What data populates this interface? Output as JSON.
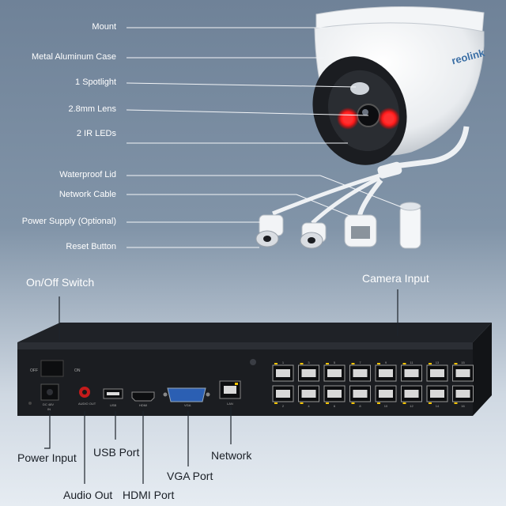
{
  "camera_labels": {
    "mount": "Mount",
    "case": "Metal Aluminum Case",
    "spotlight": "1 Spotlight",
    "lens": "2.8mm Lens",
    "ir": "2 IR LEDs",
    "lid": "Waterproof Lid",
    "cable": "Network Cable",
    "power": "Power Supply (Optional)",
    "reset": "Reset Button"
  },
  "brand": "reolink",
  "nvr_labels": {
    "onoff": "On/Off Switch",
    "camera_input": "Camera Input",
    "power_input": "Power Input",
    "audio_out": "Audio Out",
    "usb": "USB Port",
    "hdmi": "HDMI Port",
    "vga": "VGA Port",
    "network": "Network"
  },
  "panel_text": {
    "off": "OFF",
    "on": "ON",
    "dc": "DC 48V",
    "in": "IN",
    "audio": "AUDIO OUT",
    "usb": "USB",
    "hdmi": "HDMI",
    "vga": "VGA",
    "lan": "LAN",
    "top_ports": [
      "1",
      "3",
      "5",
      "7",
      "9",
      "11",
      "13",
      "15"
    ],
    "bottom_ports": [
      "2",
      "4",
      "6",
      "8",
      "10",
      "12",
      "14",
      "16"
    ]
  },
  "colors": {
    "led": "#ff2a2a",
    "background": "#7f92a7"
  }
}
